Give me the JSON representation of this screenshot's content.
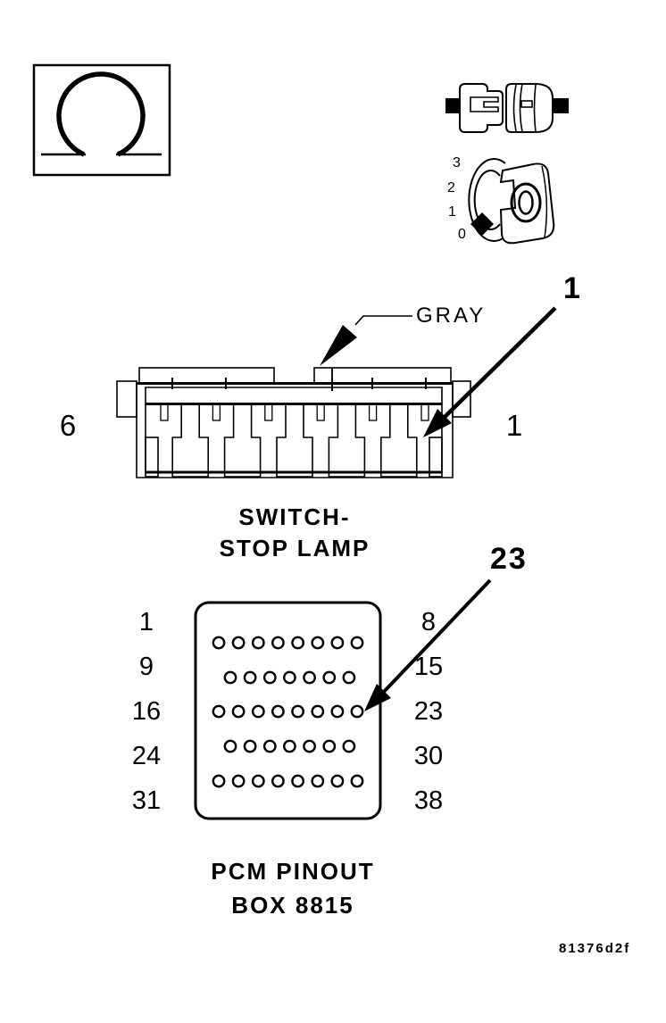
{
  "figure": {
    "id_label": "81376d2f"
  },
  "test_symbols": {
    "ohm_symbol": "ohmmeter",
    "connector_pair_icon": "disconnected-connector-pair",
    "ignition_dial": {
      "positions": [
        "3",
        "2",
        "1",
        "0"
      ]
    }
  },
  "stop_lamp_connector": {
    "color_label": "GRAY",
    "callout": "1",
    "left_pin_number": "6",
    "right_pin_number": "1",
    "caption_line1": "SWITCH-",
    "caption_line2": "STOP LAMP"
  },
  "pcm_connector": {
    "callout": "23",
    "rows": [
      {
        "left": "1",
        "right": "8",
        "pins": 8,
        "offset": false
      },
      {
        "left": "9",
        "right": "15",
        "pins": 7,
        "offset": true
      },
      {
        "left": "16",
        "right": "23",
        "pins": 8,
        "offset": false
      },
      {
        "left": "24",
        "right": "30",
        "pins": 7,
        "offset": true
      },
      {
        "left": "31",
        "right": "38",
        "pins": 8,
        "offset": false
      }
    ],
    "caption_line1": "PCM PINOUT",
    "caption_line2": "BOX 8815"
  },
  "colors": {
    "line": "#000000",
    "background": "#ffffff"
  }
}
